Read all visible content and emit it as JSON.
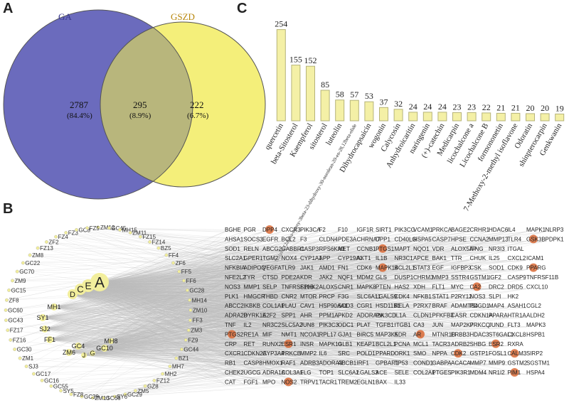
{
  "panels": {
    "a": "A",
    "b": "B",
    "c": "C"
  },
  "venn": {
    "left_label": "GA",
    "right_label": "GSZD",
    "left_only": "2787",
    "left_only_pct": "(84.4%)",
    "overlap": "295",
    "overlap_pct": "(8.9%)",
    "right_only": "222",
    "right_only_pct": "(6.7%)",
    "colors": {
      "left": "#6b6bbd",
      "right": "#f4ef7a",
      "overlap": "#b8b67c",
      "left_text": "#3a3a8c",
      "right_text": "#b8860b"
    }
  },
  "chart_data": {
    "type": "bar",
    "categories": [
      "quercetin",
      "beta-Sitosterol",
      "Kaempferol",
      "sitosterol",
      "luteolin",
      "11alpha,12alpha-epoxy-3beta-23-dihydroxy-30-norolean-20-en-28,12beta-olide",
      "Dihydrocapsaicin",
      "wogonin",
      "Calycosin",
      "Anhydroicaritin",
      "naringenin",
      "(+)-catechin",
      "Medicarpin",
      "licochalcone a",
      "Licochalcone B",
      "formononetin",
      "7-Methoxy-2-methyl isoflavone",
      "Odoratin",
      "shinpterocarpin",
      "Genkwanin"
    ],
    "values": [
      254,
      155,
      152,
      85,
      58,
      57,
      53,
      37,
      32,
      24,
      24,
      24,
      23,
      23,
      22,
      21,
      21,
      20,
      20,
      19
    ],
    "ylim": [
      0,
      270
    ],
    "bar_color": "#f4f0a6",
    "bar_edge": "#b6b37a"
  },
  "network": {
    "hub_labels": [
      "A",
      "E",
      "C",
      "D",
      "MH1",
      "SY1",
      "SJ2",
      "FF1",
      "GC4",
      "ZM6",
      "J",
      "G",
      "GC10",
      "MH8"
    ],
    "ring_labels": [
      "ZM12",
      "GC45",
      "MH15",
      "ZM11",
      "FZ15",
      "FZ14",
      "BZ5",
      "FF4",
      "ZF6",
      "FF5",
      "FF6",
      "GC28",
      "MH14",
      "ZM10",
      "FF3",
      "ZM3",
      "FZ9",
      "GC44",
      "BZ1",
      "MH7",
      "MH2",
      "FZ12",
      "GZ8",
      "ZM5",
      "GC29",
      "SY6",
      "GC66",
      "ZM13",
      "GC39",
      "FZ8",
      "SY5",
      "GC55",
      "GC16",
      "GC17",
      "SJ3",
      "ZM1",
      "GC30",
      "FZ16",
      "FZ17",
      "GC43",
      "GC60",
      "ZF8",
      "GC15",
      "ZM9",
      "GC70",
      "GC22",
      "ZM8",
      "FZ13",
      "ZF2",
      "FZ4",
      "FZ3",
      "GC8",
      "FZ5"
    ],
    "genes": [
      [
        "BGHE",
        "PGR",
        "DPP4",
        "CXCR3",
        "PIK3CA",
        "F2",
        "F10",
        "IGF1R",
        "SIRT1",
        "PIK3CG",
        "VCAM1",
        "PRKCA",
        "BAGE2",
        "CRHR1",
        "HDAC6",
        "IL4",
        "MAPK1",
        "NLRP3"
      ],
      [
        "AHSA1",
        "SOCS3",
        "EGFR",
        "BCL2",
        "F3",
        "CLDN4",
        "PDE3A",
        "CHRNA7",
        "DPP1",
        "CD40LG",
        "HSPA5",
        "CASP7",
        "HPSE",
        "CCNA2",
        "MMP13",
        "TLR4",
        "GSK3B",
        "PDPK1"
      ],
      [
        "SOD1",
        "RELN",
        "ABCG2",
        "GABBR1",
        "CASP3",
        "RPS6KA3",
        "MET",
        "CCNB1",
        "PTGS1",
        "MAPT",
        "NQO1",
        "VDR",
        "ALOX5AP",
        "IFNG",
        "NR3I3",
        "ITGAL"
      ],
      [
        "SLC2A1",
        "GPER1",
        "TGM2",
        "NOX4",
        "CYP1A1",
        "APP",
        "CYP19A1",
        "AKT1",
        "IL1B",
        "NR3C1",
        "APCE",
        "BAK1",
        "TTR",
        "CHUK",
        "IL25",
        "CXCL2",
        "ICAM1"
      ],
      [
        "NFKBIA",
        "ADIPOQ",
        "VEGFA",
        "TLR9",
        "JAK1",
        "AMD1",
        "FN1",
        "CDK6",
        "MAPK14",
        "BCL2L1",
        "STAT3",
        "EGF",
        "IGFBP3",
        "CSK",
        "SOD1",
        "CDK9",
        "PPARG"
      ],
      [
        "NFE2L2",
        "TYR",
        "CTSD",
        "PDE2A",
        "KDR",
        "JAK2",
        "NQF1",
        "MDM2",
        "GLS",
        "DUSP1",
        "CHRM3",
        "MMP3",
        "SSTR4",
        "GSTM1",
        "IGF2",
        "CASP9",
        "TNFRSF11B"
      ],
      [
        "NOS3",
        "MMP1",
        "SELP",
        "TNFRSF10B",
        "SPHK2",
        "ALOX5",
        "CNR1",
        "MAPK8",
        "PTEN",
        "HAS2",
        "XDH",
        "FLT1",
        "MYC",
        "CA2",
        "DRC2",
        "DRD5",
        "CXCL10"
      ],
      [
        "PLK1",
        "HMGCR",
        "THBD",
        "CNR2",
        "MTOR",
        "PRCP",
        "F3G",
        "SLC6A11",
        "LGALS9",
        "CDK4",
        "NFKB1",
        "STAT1",
        "P2RY12",
        "NOS3",
        "SLPI",
        "HK2"
      ],
      [
        "ABCC2",
        "IKBKB",
        "COL1A1",
        "PLAU",
        "CAV1",
        "HSP90AA1",
        "SOD3",
        "CGR1",
        "HSD11B1",
        "RELA",
        "P2RX7",
        "BRAF",
        "ADAMTS4",
        "PDGD1",
        "MAP4",
        "ASAH1",
        "CGL2"
      ],
      [
        "ADRA2B",
        "DYRK1A",
        "E2F2",
        "SPP1",
        "AHR",
        "PPM1A",
        "PKD2",
        "ADORA2A",
        "PIK3CD",
        "IL1A",
        "CLDN1",
        "PFKFB3",
        "CASR",
        "CDKN1A",
        "PPARA",
        "HTR1A",
        "ALDH2"
      ],
      [
        "TNF",
        "IL2",
        "NR3C2",
        "SLC5A2",
        "JUN8",
        "PIK3C3",
        "ODC1",
        "PLAT",
        "TGFB1",
        "ITGB1",
        "CA3",
        "JUN",
        "MAP2K7",
        "PRKCQ",
        "JUND",
        "FLT3",
        "MAPK3"
      ],
      [
        "PTGS2",
        "RE1A",
        "MIF",
        "NMT1",
        "NCOA1",
        "RPL17",
        "GJA1",
        "BIRC5",
        "MAP3K5",
        "KDR",
        "AR",
        "MTNR1B",
        "ERBB3",
        "HDAC3",
        "ST6GAL1",
        "CXCL8",
        "HSPB1"
      ],
      [
        "CRP",
        "RET",
        "RUNX2",
        "ESR1",
        "INSR",
        "MAPK10",
        "GLB1",
        "KEAP1",
        "BCL2L1",
        "PCNA",
        "MCL1",
        "TACR3",
        "ADRB2",
        "SHBG",
        "ESR2",
        "RXRA"
      ],
      [
        "CXCR1",
        "CDKN2A",
        "CYP3A4",
        "PRKCB",
        "MMP2",
        "IL6",
        "SRC",
        "POLD1",
        "PPARD",
        "ORK1",
        "SMO",
        "NPPA",
        "CDK2",
        "GSTP1",
        "FOSL1",
        "CALM3",
        "SIRP2"
      ],
      [
        "RB1",
        "CASP8",
        "HMOX1",
        "RAF1",
        "ADRB3",
        "ADORA3",
        "ABCB1",
        "IRF1",
        "GPBAR1",
        "TP53",
        "COND1",
        "GABPA",
        "ACACA",
        "MMP7",
        "MMP9",
        "GSTM2",
        "SGSTM1"
      ],
      [
        "CHEK2",
        "UGCG",
        "ADRA1A",
        "COL3A1",
        "FLG",
        "TOP1",
        "SLC6A2",
        "LGALS3",
        "ACE",
        "SELE",
        "COL2A1",
        "PTGES",
        "PIK3R1",
        "MDM4",
        "NR1I2",
        "PIM1",
        "HSPA4"
      ],
      [
        "CAT",
        "FGF1",
        "MPO",
        "NOS2",
        "TRPV1",
        "TACR1",
        "TREM2",
        "EGLN1",
        "BAX",
        "IL33"
      ]
    ],
    "highlight_genes": {
      "DPP4": "#d96a36",
      "GSK3B": "#d96a36",
      "PTGS1": "#d96a36",
      "MAPK14": "#d96a36",
      "PPARG": "#d96a36",
      "CA2": "#d96a36",
      "PTGS2": "#d96a36",
      "AR": "#d96a36",
      "ESR1": "#d96a36",
      "ESR2": "#d96a36",
      "CDK2": "#d96a36",
      "CALM3": "#d96a36",
      "NOS2": "#d96a36",
      "PIM1": "#d96a36"
    },
    "colors": {
      "hub": "#f2ee9c",
      "edge": "#bdbdbd",
      "gene_node": "#e9c29a"
    }
  }
}
